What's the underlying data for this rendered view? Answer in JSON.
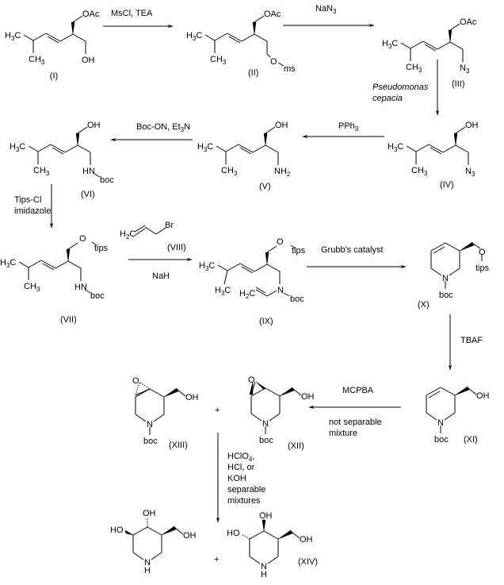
{
  "title": "Synthesis scheme of isofagomine-type piperidine triols",
  "compounds": {
    "I": {
      "label": "(I)",
      "top": "OAc",
      "bottom": "OH"
    },
    "II": {
      "label": "(II)",
      "top": "OAc",
      "o": "O",
      "ms": "ms"
    },
    "III": {
      "label": "(III)",
      "top": "OAc",
      "n": "N",
      "n_sub": "3"
    },
    "IV": {
      "label": "(IV)",
      "top": "OH",
      "n": "N",
      "n_sub": "3"
    },
    "V": {
      "label": "(V)",
      "top": "OH",
      "n": "NH",
      "n_sub": "2"
    },
    "VI": {
      "label": "(VI)",
      "top": "OH",
      "n": "HN",
      "boc": "boc"
    },
    "VII": {
      "label": "(VII)",
      "o": "O",
      "tips": "tips",
      "n": "HN",
      "boc": "boc"
    },
    "VIII": {
      "label": "(VIII)",
      "h": "H",
      "h_sub": "2",
      "c": "C",
      "br": "Br"
    },
    "IX": {
      "label": "(IX)",
      "o": "O",
      "tips": "tips",
      "n": "N",
      "boc": "boc"
    },
    "X": {
      "label": "(X)",
      "o": "O",
      "tips": "tips",
      "n": "N",
      "boc": "boc"
    },
    "XI": {
      "label": "(XI)",
      "oh": "OH",
      "n": "N",
      "boc": "boc"
    },
    "XII": {
      "label": "(XII)",
      "o": "O",
      "oh": "OH",
      "n": "N",
      "boc": "boc"
    },
    "XIII": {
      "label": "(XIII)",
      "o": "O",
      "oh": "OH",
      "n": "N",
      "boc": "boc"
    },
    "XIV_a": {
      "ho": "HO",
      "oh_top": "OH",
      "oh": "OH",
      "n": "N",
      "h": "H"
    },
    "XIV": {
      "label": "(XIV)",
      "ho": "HO",
      "oh_top": "OH",
      "oh": "OH",
      "n": "N",
      "h": "H"
    }
  },
  "methyl": {
    "h": "H",
    "sub3": "3",
    "c": "C",
    "ch": "CH",
    "h3c_h": "H",
    "h3c_c": "C"
  },
  "reagents": {
    "step1": "MsCl, TEA",
    "step2": "NaN",
    "step2_sub": "3",
    "step3_line1": "Pseudomonas",
    "step3_line2": "cepacia",
    "step4": "PPh",
    "step4_sub": "3",
    "step5": "Boc-ON, Et",
    "step5_sub": "3",
    "step5_tail": "N",
    "step6_line1": "Tips-Cl",
    "step6_line2": "imidazole",
    "step7": "NaH",
    "step8": "Grubb's catalyst",
    "step9": "TBAF",
    "step10": "MCPBA",
    "step10_note1": "not separable",
    "step10_note2": "mixture",
    "step11_line1": "HClO",
    "step11_sub": "4",
    "step11_comma": ",",
    "step11_line2": "HCl, or",
    "step11_line3": "KOH",
    "step11_line4": "separable",
    "step11_line5": "mixtures"
  },
  "plus": "+"
}
